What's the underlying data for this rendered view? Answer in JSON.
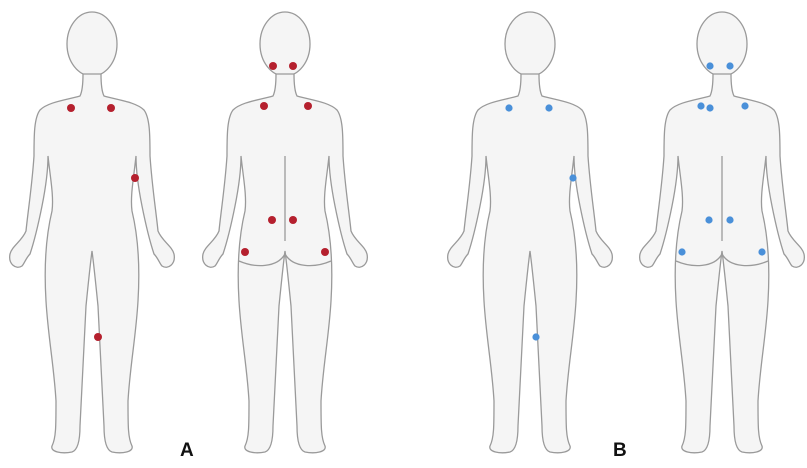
{
  "panels": [
    {
      "label": "A",
      "point_color": "#b5202e",
      "figures": [
        {
          "view": "front",
          "points": [
            "left-shoulder",
            "right-shoulder",
            "left-elbow",
            "left-knee"
          ]
        },
        {
          "view": "back",
          "points": [
            "left-occiput",
            "right-occiput",
            "left-trapezius",
            "right-trapezius",
            "left-gluteal",
            "right-gluteal",
            "left-trochanter",
            "right-trochanter"
          ]
        }
      ]
    },
    {
      "label": "B",
      "point_color": "#4a90d9",
      "figures": [
        {
          "view": "front",
          "points": [
            "left-shoulder",
            "right-shoulder",
            "left-elbow",
            "left-knee"
          ]
        },
        {
          "view": "back",
          "points": [
            "left-occiput",
            "right-occiput",
            "left-supraspinatus",
            "left-trapezius",
            "right-trapezius",
            "left-gluteal",
            "right-gluteal",
            "left-trochanter",
            "right-trochanter"
          ]
        }
      ]
    }
  ],
  "outline_color": "#9a9a9a",
  "body_fill": "#f5f5f5"
}
